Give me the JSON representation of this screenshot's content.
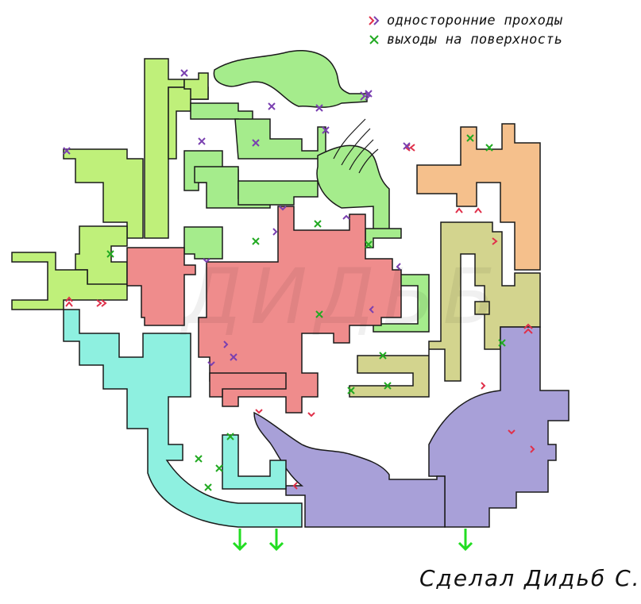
{
  "legend": {
    "one_way": {
      "label": "односторонние проходы",
      "icon": "one-way-passage-icon"
    },
    "exits": {
      "label": "выходы на поверхность",
      "icon": "surface-exit-icon"
    }
  },
  "signature": "Сделал Дидьб С.",
  "colors": {
    "lime": "#bff07a",
    "green": "#a5ec8c",
    "salmon": "#ef8c8c",
    "orange": "#f5c08c",
    "olive": "#d3d48e",
    "purple": "#a8a0d8",
    "cyan": "#8ef0e0",
    "one_way_marker": "#e0304a",
    "one_way_marker_alt": "#7a40b0",
    "exit_marker": "#22aa22",
    "exit_arrow": "#22dd22"
  }
}
